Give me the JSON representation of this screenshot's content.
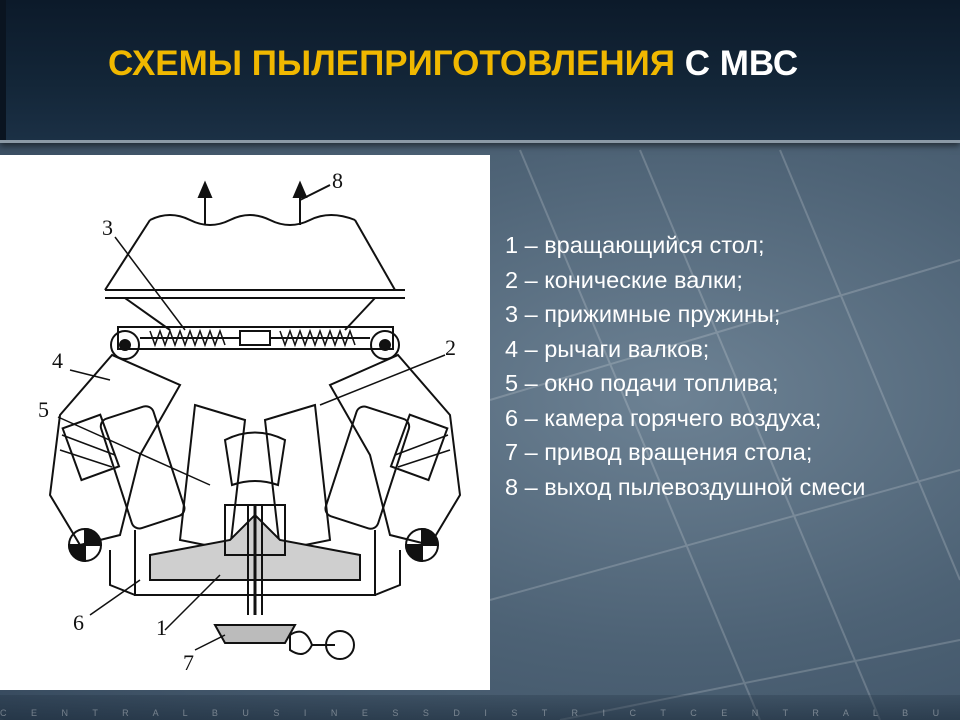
{
  "slide": {
    "title_part1": "СХЕМЫ ПЫЛЕПРИГОТОВЛЕНИЯ",
    "title_part2": " С МВС",
    "footer_watermark": "C E N T R A L B U S I N E S S D I S T R I C T C E N T R A L B U S I N E S S D I S T R I C T C E N T R A"
  },
  "diagram": {
    "callouts": [
      "1",
      "2",
      "3",
      "4",
      "5",
      "6",
      "7",
      "8"
    ]
  },
  "legend": {
    "items": [
      "1 – вращающийся стол;",
      "2 – конические валки;",
      "3 – прижимные пружины;",
      "4 – рычаги валков;",
      "5 – окно подачи топлива;",
      "6 – камера горячего воздуха;",
      "7 – привод вращения стола;",
      "8 – выход пылевоздушной смеси"
    ]
  },
  "colors": {
    "title_accent": "#f0b800",
    "title_secondary": "#ffffff",
    "legend_text": "#ffffff"
  }
}
